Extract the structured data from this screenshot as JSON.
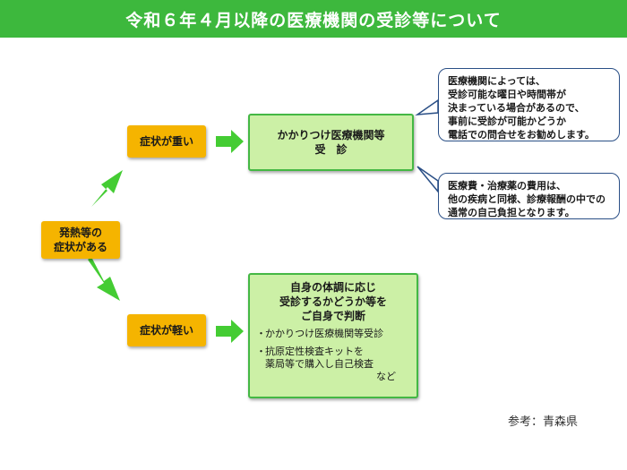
{
  "header": {
    "title": "令和６年４月以降の医療機関の受診等について"
  },
  "start": {
    "line1": "発熱等の",
    "line2": "症状がある"
  },
  "severe": {
    "label": "症状が重い"
  },
  "mild": {
    "label": "症状が軽い"
  },
  "severe_action": {
    "line1": "かかりつけ医療機関等",
    "line2": "受　診"
  },
  "mild_action": {
    "line1": "自身の体調に応じ",
    "line2": "受診するかどうか等を",
    "line3": "ご自身で判断",
    "bullet": "・",
    "items": [
      {
        "lines": [
          "かかりつけ医療機関等受診"
        ]
      },
      {
        "lines": [
          "抗原定性検査キットを",
          "薬局等で購入し自己検査",
          "など"
        ]
      }
    ]
  },
  "callout_top": {
    "lines": [
      "医療機関によっては、",
      "受診可能な曜日や時間帯が",
      "決まっている場合があるので、",
      "事前に受診が可能かどうか",
      "電話での問合せをお勧めします。"
    ]
  },
  "callout_bottom": {
    "lines": [
      "医療費・治療薬の費用は、",
      "他の疾病と同様、診療報酬の中での",
      "通常の自己負担となります。"
    ]
  },
  "footer": {
    "reference": "参考：青森県"
  },
  "colors": {
    "header_bg": "#3db83d",
    "orange_box": "#f5b400",
    "green_box_fill": "#ccf0a6",
    "green_box_border": "#44b844",
    "arrow": "#44cc33",
    "callout_border": "#2a4f86"
  }
}
